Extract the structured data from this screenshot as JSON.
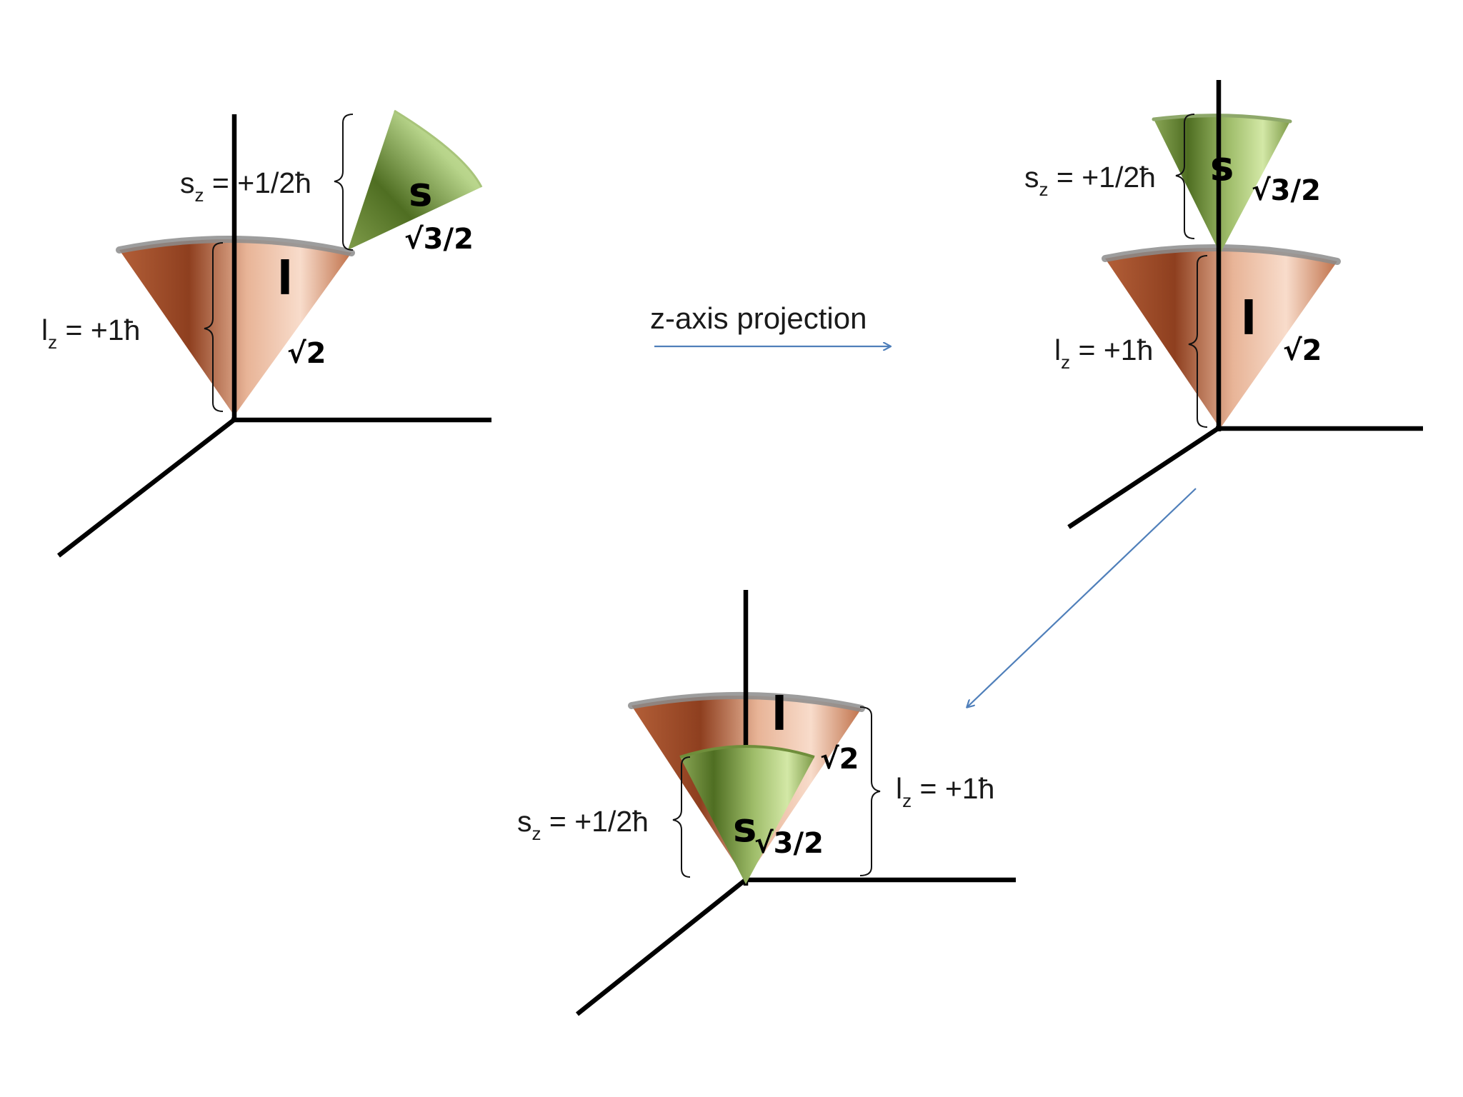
{
  "colors": {
    "l_cone_dark": "#9a4a26",
    "l_cone_light": "#f6d6c2",
    "s_cone_dark": "#5d7a2c",
    "s_cone_light": "#cfe3a2",
    "cone_rim": "#8c8c8c",
    "flow_arrow": "#4f7fba"
  },
  "panels": [
    {
      "id": "panel-1",
      "l_vector": "l",
      "l_magnitude": "√2",
      "l_z": {
        "symbol": "l",
        "sub": "z",
        "value": " = +1ħ"
      },
      "s_vector": "s",
      "s_magnitude": "√3/2",
      "s_z": {
        "symbol": "s",
        "sub": "z",
        "value": " = +1/2ħ"
      }
    },
    {
      "id": "panel-2",
      "l_vector": "l",
      "l_magnitude": "√2",
      "l_z": {
        "symbol": "l",
        "sub": "z",
        "value": " = +1ħ"
      },
      "s_vector": "s",
      "s_magnitude": "√3/2",
      "s_z": {
        "symbol": "s",
        "sub": "z",
        "value": " = +1/2ħ"
      }
    },
    {
      "id": "panel-3",
      "l_vector": "l",
      "l_magnitude": "√2",
      "l_z": {
        "symbol": "l",
        "sub": "z",
        "value": " = +1ħ"
      },
      "s_vector": "s",
      "s_magnitude": "√3/2",
      "s_z": {
        "symbol": "s",
        "sub": "z",
        "value": " = +1/2ħ"
      }
    }
  ],
  "transition": {
    "label": "z-axis projection",
    "icon": "arrow-right-icon"
  },
  "second_transition": {
    "icon": "arrow-down-left-icon"
  }
}
